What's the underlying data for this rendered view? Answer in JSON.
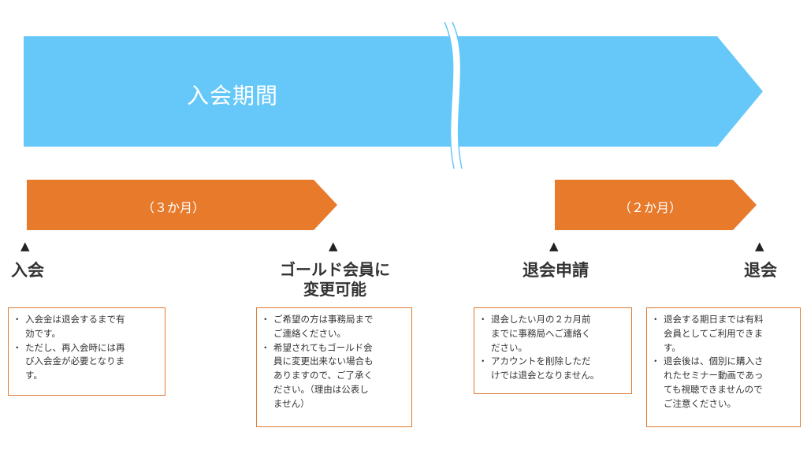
{
  "colors": {
    "period": "#66c8f8",
    "phase": "#e87a2c",
    "box_border": "#e07a2f"
  },
  "main_arrow": {
    "label": "入会期間"
  },
  "phases": [
    {
      "label": "（３か月）"
    },
    {
      "label": "（２か月）"
    }
  ],
  "milestones": [
    {
      "label": "入会",
      "marker": "▲",
      "notes": [
        "入会金は退会するまで有\n効です。",
        "ただし、再入会時には再\nび入会金が必要となりま\nす。"
      ]
    },
    {
      "label": "ゴールド会員に\n変更可能",
      "marker": "▲",
      "notes": [
        "ご希望の方は事務局まで\nご連絡ください。",
        "希望されてもゴールド会\n員に変更出来ない場合も\nありますので、ご了承く\nださい。（理由は公表し\nません）"
      ]
    },
    {
      "label": "退会申請",
      "marker": "▲",
      "notes": [
        "退会したい月の２カ月前\nまでに事務局へご連絡く\nださい。",
        "アカウントを削除しただ\nけでは退会となりません。"
      ]
    },
    {
      "label": "退会",
      "marker": "▲",
      "notes": [
        "退会する期日までは有料\n会員としてご利用できま\nす。",
        "退会後は、個別に購入さ\nれたセミナー動画であっ\nても視聴できませんので\nご注意ください。"
      ]
    }
  ]
}
